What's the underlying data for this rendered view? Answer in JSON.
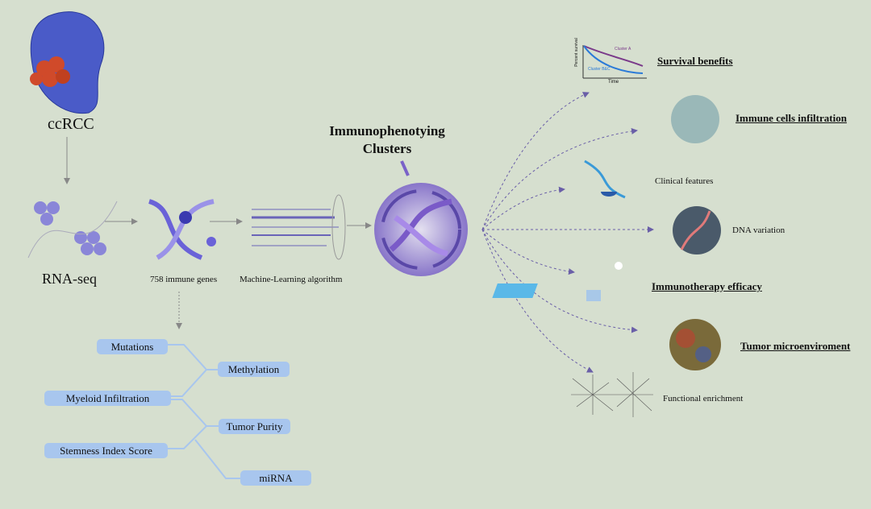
{
  "pipeline": {
    "source": "ccRCC",
    "step1": "RNA-seq",
    "step2": "758 immune genes",
    "step3": "Machine-Learning algorithm",
    "clusters_title_line1": "Immunophenotying",
    "clusters_title_line2": "Clusters"
  },
  "survival_chart": {
    "ylabel": "Percent survival",
    "xlabel": "Time",
    "series_a": "Cluster A",
    "series_b": "Cluster B&C"
  },
  "outcomes": [
    {
      "label": "Survival benefits",
      "emphasis": true
    },
    {
      "label": "Immune cells infiltration",
      "emphasis": true
    },
    {
      "label": "Clinical features",
      "emphasis": false
    },
    {
      "label": "DNA variation",
      "emphasis": false
    },
    {
      "label": "Immunotherapy efficacy",
      "emphasis": true
    },
    {
      "label": "Tumor microenviroment",
      "emphasis": true
    },
    {
      "label": "Functional enrichment",
      "emphasis": false
    }
  ],
  "features": [
    "Mutations",
    "Methylation",
    "Myeloid Infiltration",
    "Tumor Purity",
    "Stemness Index Score",
    "miRNA"
  ],
  "colors": {
    "background": "#d6dfcf",
    "box": "#a8c6ee",
    "connector": "#a8c6ee",
    "arrow": "#6a5fa8"
  }
}
